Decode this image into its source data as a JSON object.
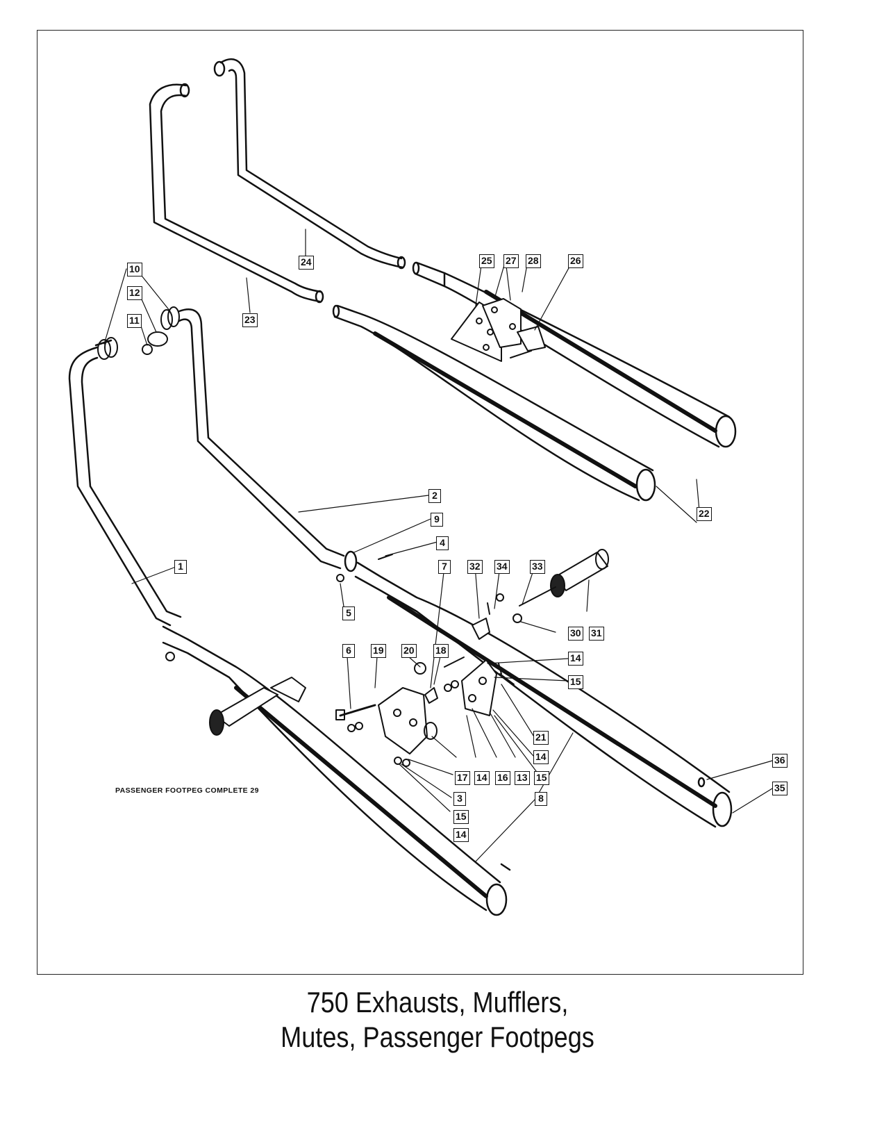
{
  "diagram": {
    "footpeg_note": "PASSENGER FOOTPEG COMPLETE  29",
    "title_line_1": "750 Exhausts, Mufflers,",
    "title_line_2": "Mutes, Passenger Footpegs"
  },
  "callouts": [
    "10",
    "12",
    "11",
    "24",
    "23",
    "25",
    "27",
    "28",
    "26",
    "2",
    "9",
    "4",
    "7",
    "32",
    "34",
    "33",
    "1",
    "5",
    "6",
    "19",
    "20",
    "18",
    "14",
    "15",
    "30",
    "31",
    "22",
    "21",
    "14",
    "17",
    "14",
    "16",
    "13",
    "15",
    "3",
    "15",
    "14",
    "8",
    "36",
    "35"
  ],
  "parts": {
    "left_header_pipe": "1",
    "right_header_pipe": "2",
    "muffler": "8",
    "upper_left_pipe": "23",
    "upper_right_pipe": "24",
    "upper_muffler": "22",
    "passenger_footpeg_rubber": "31",
    "mute_end": "35",
    "mute_screw": "36"
  }
}
